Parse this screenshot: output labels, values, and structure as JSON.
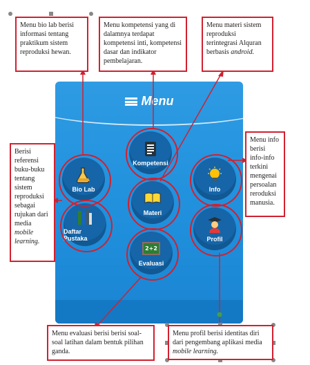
{
  "screen": {
    "title": "Menu",
    "buttons": [
      {
        "id": "bio-lab",
        "label": "Bio Lab",
        "icon": "flask-icon"
      },
      {
        "id": "kompetensi",
        "label": "Kompetensi",
        "icon": "clipboard-icon"
      },
      {
        "id": "info",
        "label": "Info",
        "icon": "lightbulb-icon"
      },
      {
        "id": "materi",
        "label": "Materi",
        "icon": "book-icon"
      },
      {
        "id": "daftar-pustaka",
        "label": "Daftar Pustaka",
        "icon": "books-icon"
      },
      {
        "id": "profil",
        "label": "Profil",
        "icon": "graduate-icon"
      },
      {
        "id": "evaluasi",
        "label": "Evaluasi",
        "icon": "chalkboard-icon"
      }
    ],
    "chalkboard_text": "2+2"
  },
  "callouts": {
    "bio_lab": "Menu bio lab berisi informasi tentang praktikum sistem reproduksi hewan.",
    "kompetensi": "Menu kompetensi yang di dalamnya terdapat kompetensi inti, kompetensi dasar dan indikator pembelajaran.",
    "materi_text": "Menu materi sistem reproduksi terintegrasi Alquran berbasis",
    "materi_em": "android.",
    "daftar_pustaka_text": "Berisi referensi buku-buku tentang sistem reproduksi sebagai rujukan dari media",
    "daftar_pustaka_em": "mobile learning.",
    "info": "Menu info berisi info-info terkini mengenai persoalan reroduksi manusia.",
    "evaluasi": "Menu evaluasi berisi berisi soal-soal latihan dalam bentuk pilihan ganda.",
    "profil_text": "Menu profil berisi identitas diri dari pengembang aplikasi media",
    "profil_em": "mobile learning."
  },
  "colors": {
    "accent": "#d1202f",
    "phone": "#2196e3",
    "button": "#1565a8"
  }
}
